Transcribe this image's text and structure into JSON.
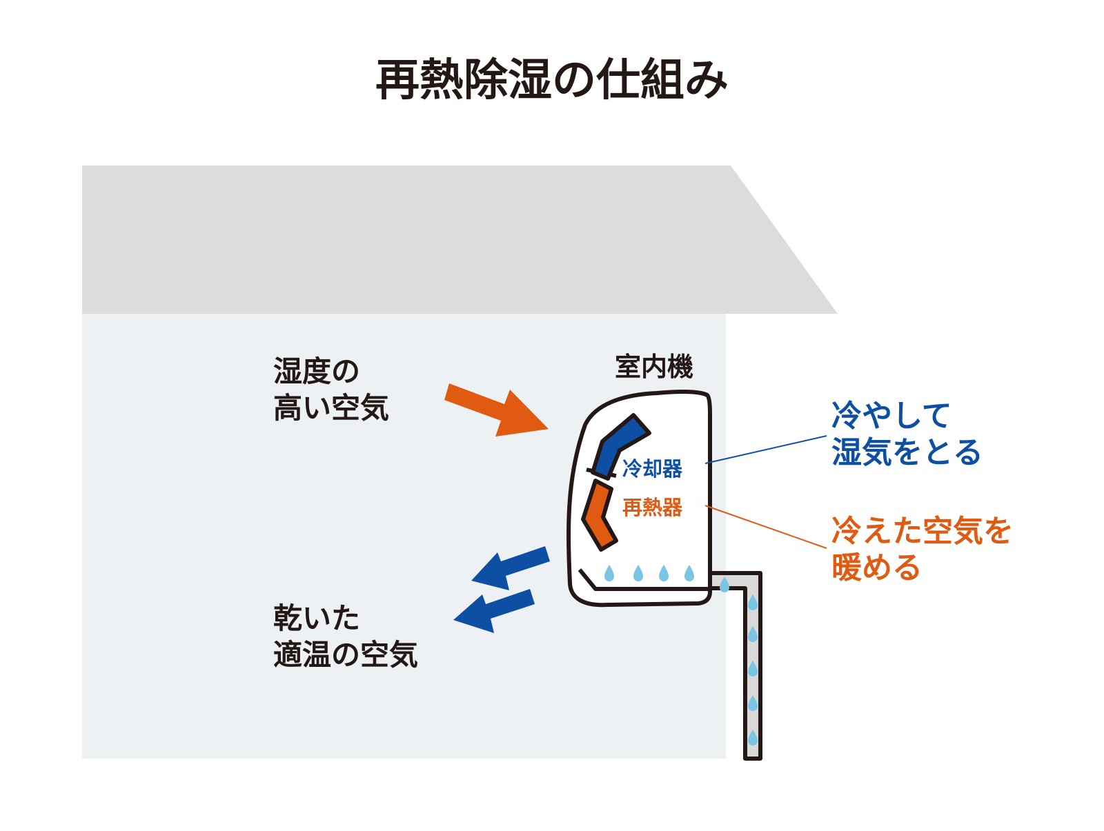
{
  "title": "再熱除湿の仕組み",
  "labels": {
    "indoor_unit": "室内機",
    "humid_air_line1": "湿度の",
    "humid_air_line2": "高い空気",
    "dry_air_line1": "乾いた",
    "dry_air_line2": "適温の空気",
    "cooler": "冷却器",
    "reheater": "再熱器",
    "cooler_desc_line1": "冷やして",
    "cooler_desc_line2": "湿気をとる",
    "reheater_desc_line1": "冷えた空気を",
    "reheater_desc_line2": "暖める"
  },
  "colors": {
    "blue": "#0d4fa3",
    "orange": "#e05a12",
    "roof": "#dcdcdc",
    "wall": "#eef1f4",
    "droplet": "#7cc4e4",
    "text": "#231815"
  }
}
